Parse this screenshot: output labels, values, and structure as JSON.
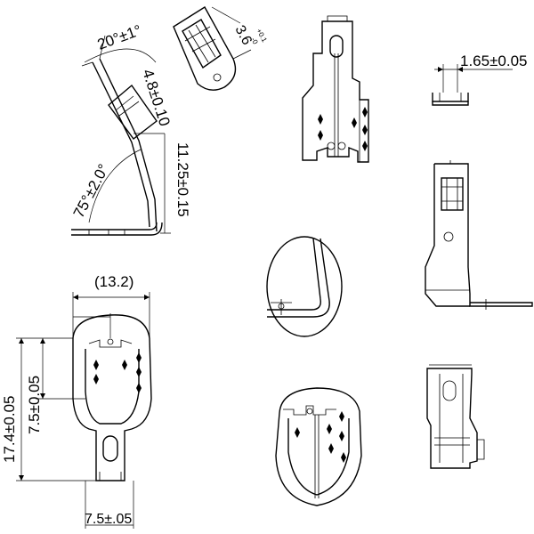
{
  "drawing": {
    "dimensions": {
      "bend_angle": "20°±1°",
      "tab_width": "3.6",
      "tab_width_tolerance": "+0.1",
      "tab_width_tolerance_lower": "-0",
      "tab_offset": "4.8±0.10",
      "arm_height": "11.25±0.15",
      "lower_angle": "75°±2.0°",
      "overall_width": "(13.2)",
      "overall_height": "17.4±0.05",
      "inner_height": "7.5±0.05",
      "terminal_width": "7.5±.05",
      "thickness": "1.65±0.05"
    }
  }
}
